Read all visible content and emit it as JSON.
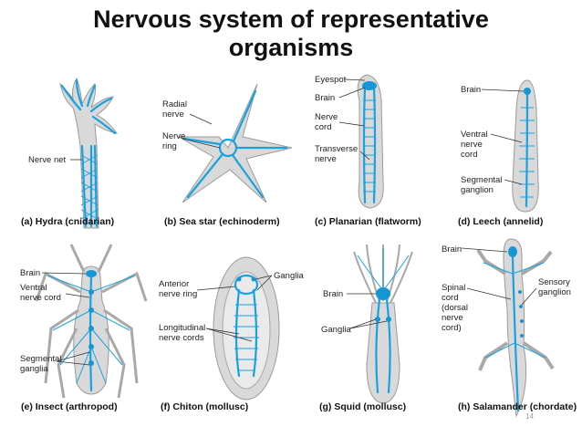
{
  "title": {
    "line1": "Nervous system of representative",
    "line2": "organisms"
  },
  "page_number": "14",
  "colors": {
    "nerve": "#18a2e0",
    "body": "#d9d9d9"
  },
  "panels": {
    "hydra": {
      "caption": "(a) Hydra (cnidarian)",
      "labels": [
        "Nerve net"
      ]
    },
    "seastar": {
      "caption": "(b) Sea star (echinoderm)",
      "labels": [
        "Radial",
        "nerve",
        "Nerve",
        "ring"
      ]
    },
    "planarian": {
      "caption": "(c) Planarian (flatworm)",
      "labels": [
        "Eyespot",
        "Brain",
        "Nerve",
        "cord",
        "Transverse",
        "nerve"
      ]
    },
    "leech": {
      "caption": "(d) Leech (annelid)",
      "labels": [
        "Brain",
        "Ventral",
        "nerve",
        "cord",
        "Segmental",
        "ganglion"
      ]
    },
    "insect": {
      "caption": "(e) Insect (arthropod)",
      "labels": [
        "Brain",
        "Ventral",
        "nerve cord",
        "Segmental",
        "ganglia"
      ]
    },
    "chiton": {
      "caption": "(f) Chiton (mollusc)",
      "labels": [
        "Anterior",
        "nerve ring",
        "Ganglia",
        "Longitudinal",
        "nerve cords"
      ]
    },
    "squid": {
      "caption": "(g) Squid (mollusc)",
      "labels": [
        "Brain",
        "Ganglia"
      ]
    },
    "salamander": {
      "caption": "(h) Salamander (chordate)",
      "labels": [
        "Brain",
        "Spinal",
        "cord",
        "(dorsal",
        "nerve",
        "cord)",
        "Sensory",
        "ganglion"
      ]
    }
  }
}
